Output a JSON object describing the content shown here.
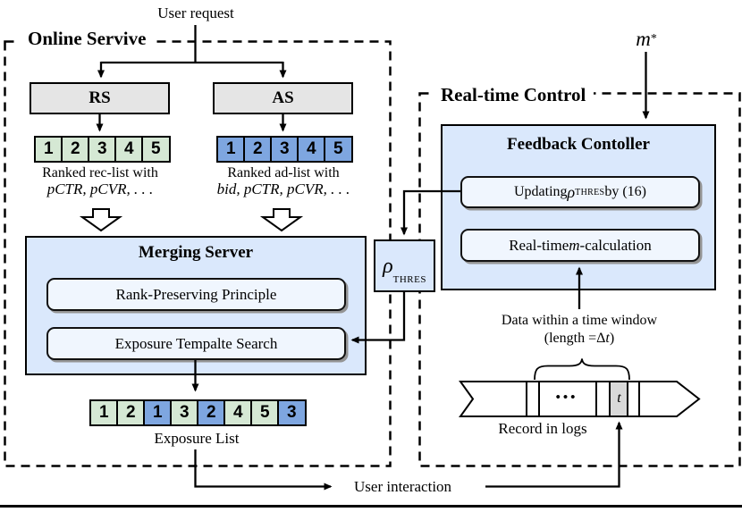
{
  "colors": {
    "panel_blue": "#dae8fc",
    "module_fill": "#f0f6fe",
    "rec_green": "#d5e8d4",
    "ad_blue": "#7ea6e0",
    "system_gray": "#e5e5e5",
    "t_cell_gray": "#d9d9d9"
  },
  "online": {
    "label": "Online Servive",
    "user_request": "User request",
    "rs": "RS",
    "as": "AS",
    "rec_list": [
      "1",
      "2",
      "3",
      "4",
      "5"
    ],
    "ad_list": [
      "1",
      "2",
      "3",
      "4",
      "5"
    ],
    "rec_caption_1": "Ranked rec-list with",
    "rec_caption_2": "pCTR, pCVR, . . .",
    "ad_caption_1": "Ranked ad-list with",
    "ad_caption_2": "bid, pCTR, pCVR, . . .",
    "merging": {
      "title": "Merging Server",
      "module_1": "Rank-Preserving Principle",
      "module_2": "Exposure Tempalte Search"
    },
    "exposure": {
      "cells": [
        {
          "v": "1",
          "c": "green"
        },
        {
          "v": "2",
          "c": "green"
        },
        {
          "v": "1",
          "c": "blue"
        },
        {
          "v": "3",
          "c": "green"
        },
        {
          "v": "2",
          "c": "blue"
        },
        {
          "v": "4",
          "c": "green"
        },
        {
          "v": "5",
          "c": "green"
        },
        {
          "v": "3",
          "c": "blue"
        }
      ],
      "caption": "Exposure List"
    },
    "user_interaction": "User interaction"
  },
  "threshold": {
    "rho": "ρ",
    "sub": "THRES"
  },
  "realtime": {
    "label": "Real-time Control",
    "m_star_base": "m",
    "m_star_sup": "*",
    "controller": {
      "title": "Feedback Contoller",
      "module_1": {
        "pre": "Updating ",
        "rho": "ρ",
        "sub": "THRES",
        "post": " by (16)"
      },
      "module_2": {
        "pre": "Real-time ",
        "m": "m",
        "post": "-calculation"
      }
    },
    "window_caption_1": "Data within a time window",
    "window_caption_2": {
      "pre": "(length = ",
      "delta": "Δ",
      "t": "t",
      "post": ")"
    },
    "log_band": {
      "dots": "•••",
      "t": "t",
      "caption": "Record in logs"
    }
  }
}
